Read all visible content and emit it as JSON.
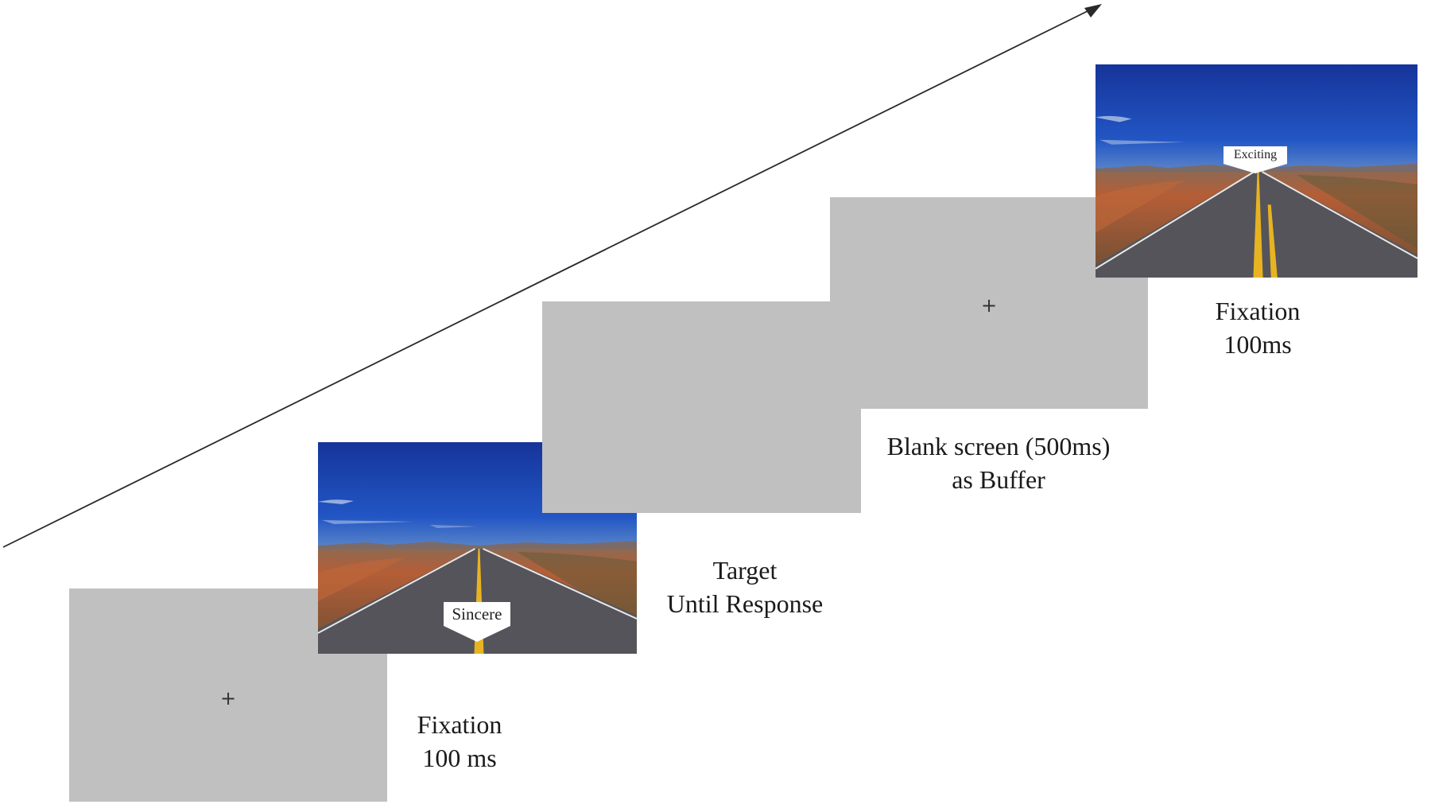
{
  "stimulus_words": {
    "first": "Sincere",
    "second": "Exciting"
  },
  "fixation_symbol": "+",
  "steps": [
    {
      "caption_line1": "Fixation",
      "caption_line2": "100 ms"
    },
    {
      "caption_line1": "Target",
      "caption_line2": "Until Response"
    },
    {
      "caption_line1": "Blank screen (500ms)",
      "caption_line2": "as Buffer"
    },
    {
      "caption_line1": "Fixation",
      "caption_line2": "100ms"
    }
  ],
  "colors": {
    "panel_gray": "#c0c0c0",
    "sky_blue": "#1a46b0",
    "desert": "#b8613a",
    "road": "#55545a",
    "center_line": "#e7b321"
  }
}
